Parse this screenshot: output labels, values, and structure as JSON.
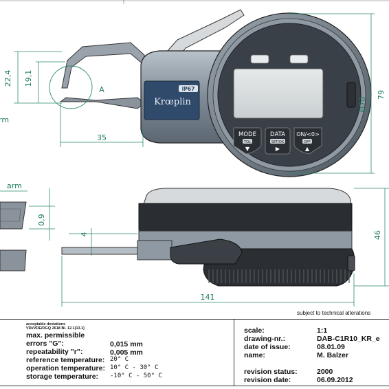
{
  "dimensions": {
    "gap_height": "22,4",
    "jaw_height": "19,1",
    "detail_label": "A",
    "jaw_depth": "35",
    "dial_diameter": "Ø70",
    "total_height": "79",
    "tip_thickness": "0,9",
    "arm_thickness": "4",
    "body_height": "46",
    "total_length": "141"
  },
  "labels": {
    "arm_top": "rm",
    "arm_detail": "arm"
  },
  "device": {
    "brand": "Krœplin",
    "ip_badge": "IP67",
    "buttons": [
      {
        "main": "MODE",
        "sub": "TOL",
        "arrow": "▼"
      },
      {
        "main": "DATA",
        "sub": "SET/OK",
        "arrow": "▶"
      },
      {
        "main": "ON/<0>",
        "sub": "OFF",
        "arrow": "▲"
      }
    ]
  },
  "note": "subject to technical alterations",
  "specs": {
    "standard_line1": "acceptable deviations",
    "standard_line2": "VDI/VDE/DGQ 2618 Bl. 12.1(13.1)",
    "errors_title1": "max. permissible",
    "errors_title2": "errors \"G\":",
    "errors_value": "0,015 mm",
    "repeat_label": "repeatability \"r\":",
    "repeat_value": "0,005 mm",
    "ref_temp_label": "reference temperature:",
    "ref_temp_value": "20° C",
    "op_temp_label": "operation temperature:",
    "op_temp_value": "10° C - 30° C",
    "storage_temp_label": "storage temperature:",
    "storage_temp_value": "-10° C - 50° C"
  },
  "titleblock": {
    "scale_label": "scale:",
    "scale_value": "1:1",
    "drawing_label": "drawing-nr.:",
    "drawing_value": "DAB-C1R10_KR_e",
    "issue_label": "date of issue:",
    "issue_value": "08.01.09",
    "name_label": "name:",
    "name_value": "M. Balzer",
    "rev_status_label": "revision status:",
    "rev_status_value": "2000",
    "rev_date_label": "revision date:",
    "rev_date_value": "06.09.2012"
  },
  "colors": {
    "dimension": "#1c7a5f",
    "body_blue": "#2f4a6b",
    "body_gray": "#8f99a3",
    "dark": "#222222"
  }
}
